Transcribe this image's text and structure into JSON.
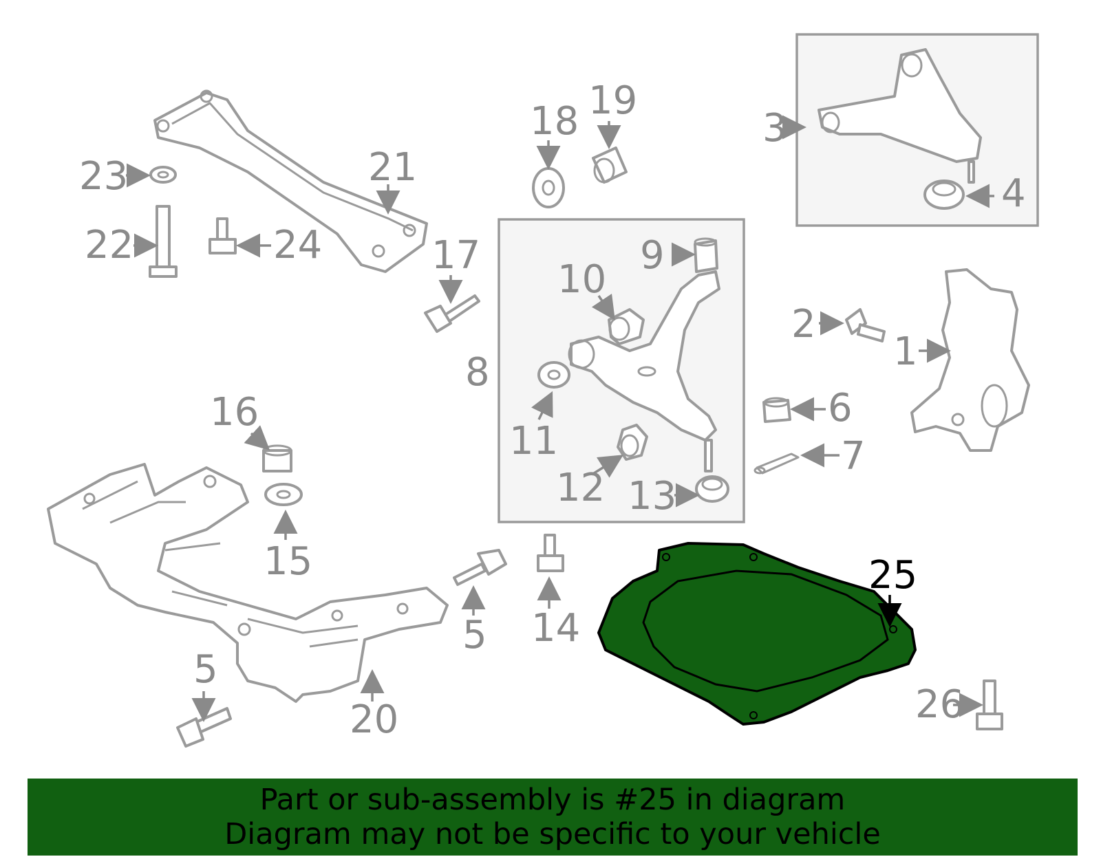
{
  "callouts": {
    "c1": "1",
    "c2": "2",
    "c3": "3",
    "c4": "4",
    "c5a": "5",
    "c5b": "5",
    "c6": "6",
    "c7": "7",
    "c8": "8",
    "c9": "9",
    "c10": "10",
    "c11": "11",
    "c12": "12",
    "c13": "13",
    "c14": "14",
    "c15": "15",
    "c16": "16",
    "c17": "17",
    "c18": "18",
    "c19": "19",
    "c20": "20",
    "c21": "21",
    "c22": "22",
    "c23": "23",
    "c24": "24",
    "c25": "25",
    "c26": "26"
  },
  "highlight": {
    "part_number": "25",
    "fill_color": "#116011",
    "outline_color": "#000000"
  },
  "banner": {
    "line1": "Part or sub-assembly is #25 in diagram",
    "line2": "Diagram may not be specific to your vehicle",
    "background": "#116011"
  },
  "colors": {
    "line_art": "#9a9a9a",
    "labels": "#8a8a8a",
    "inset_box": "#f5f5f5"
  }
}
